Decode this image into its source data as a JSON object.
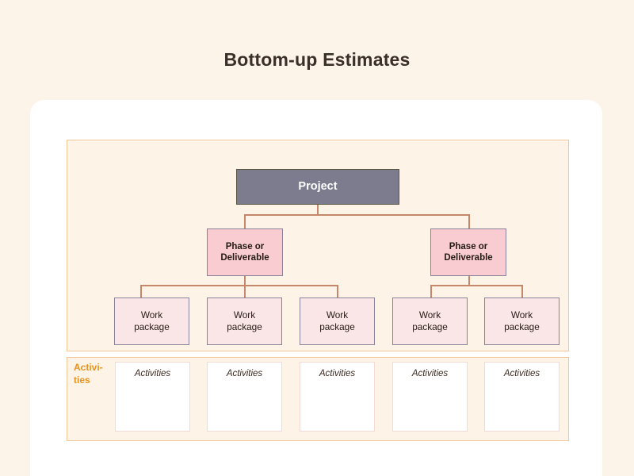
{
  "page": {
    "title": "Bottom-up Estimates",
    "background_color": "#fdf4e9",
    "card_color": "#ffffff",
    "panel_color": "#fdf3e7",
    "panel_border_color": "#f0c89a",
    "connector_color": "#c4876a"
  },
  "diagram": {
    "type": "work-breakdown-structure",
    "root": {
      "label": "Project",
      "fill": "#7c7c8e",
      "text_color": "#ffffff"
    },
    "phases": [
      {
        "label": "Phase or Deliverable",
        "line1": "Phase or",
        "line2": "Deliverable",
        "fill": "#f8ccd1"
      },
      {
        "label": "Phase or Deliverable",
        "line1": "Phase or",
        "line2": "Deliverable",
        "fill": "#f8ccd1"
      }
    ],
    "work_packages": [
      {
        "label": "Work package",
        "line1": "Work",
        "line2": "package",
        "fill": "#fbe6e7"
      },
      {
        "label": "Work package",
        "line1": "Work",
        "line2": "package",
        "fill": "#fbe6e7"
      },
      {
        "label": "Work package",
        "line1": "Work",
        "line2": "package",
        "fill": "#fbe6e7"
      },
      {
        "label": "Work package",
        "line1": "Work",
        "line2": "package",
        "fill": "#fbe6e7"
      },
      {
        "label": "Work package",
        "line1": "Work",
        "line2": "package",
        "fill": "#fbe6e7"
      }
    ]
  },
  "activities_row": {
    "row_label_line1": "Activi-",
    "row_label_line2": "ties",
    "row_label_color": "#e8931e",
    "boxes": [
      {
        "label": "Activities"
      },
      {
        "label": "Activities"
      },
      {
        "label": "Activities"
      },
      {
        "label": "Activities"
      },
      {
        "label": "Activities"
      }
    ]
  }
}
